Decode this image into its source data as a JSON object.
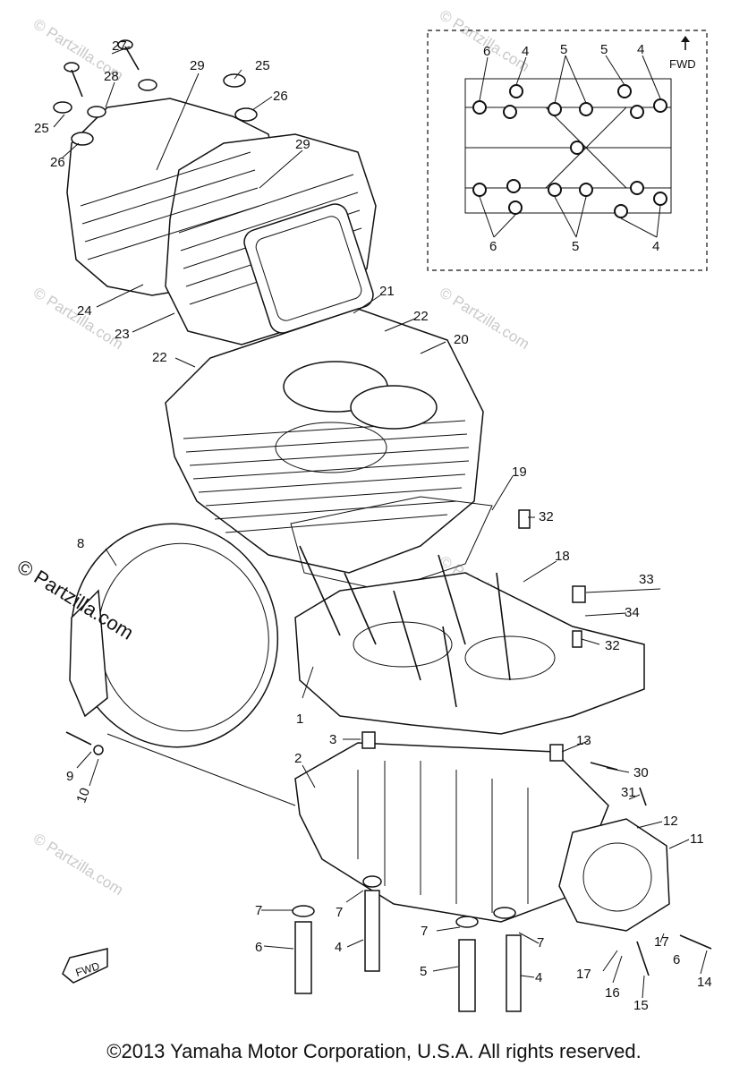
{
  "copyright": "©2013 Yamaha Motor Corporation, U.S.A. All rights reserved.",
  "watermark_main": "© Partzilla.com",
  "watermark_faint": "© Partzilla.com",
  "fwd_label": "FWD",
  "callouts": [
    "1",
    "2",
    "3",
    "4",
    "5",
    "6",
    "7",
    "8",
    "9",
    "10",
    "11",
    "12",
    "13",
    "14",
    "15",
    "16",
    "17",
    "18",
    "19",
    "20",
    "21",
    "22",
    "23",
    "24",
    "25",
    "26",
    "27",
    "28",
    "29",
    "30",
    "31",
    "32",
    "33",
    "34"
  ],
  "inset_callouts": [
    "4",
    "5",
    "6"
  ]
}
